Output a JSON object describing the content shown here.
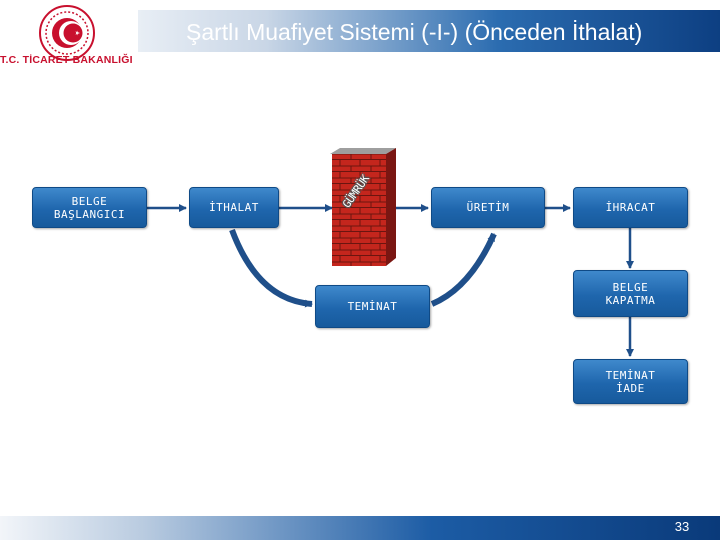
{
  "header": {
    "title": "Şartlı Muafiyet Sistemi (-I-) (Önceden İthalat)",
    "org_name": "T.C. TİCARET BAKANLIĞI"
  },
  "diagram": {
    "nodes": {
      "belge_baslangici": "BELGE\nBAŞLANGICI",
      "ithalat": "İTHALAT",
      "uretim": "ÜRETİM",
      "ihracat": "İHRACAT",
      "teminat": "TEMİNAT",
      "belge_kapatma": "BELGE\nKAPATMA",
      "teminat_iade": "TEMİNAT\nİADE"
    },
    "wall_label": "GÜMRÜK"
  },
  "footer": {
    "page_number": "33"
  },
  "colors": {
    "box": "#1f66ad",
    "arrow": "#1f4f8a",
    "brick": "#c4261d",
    "logo": "#c8102e"
  }
}
